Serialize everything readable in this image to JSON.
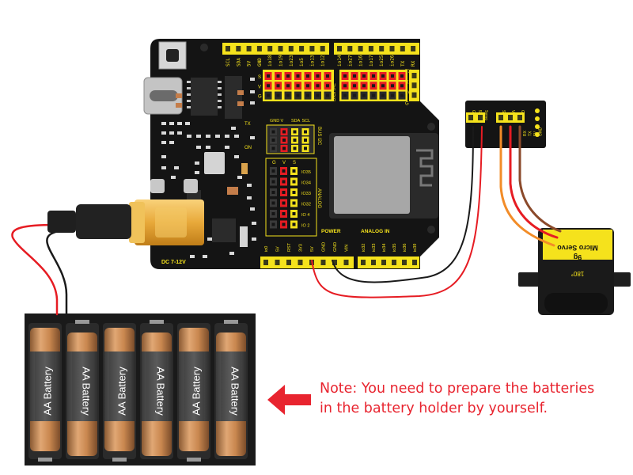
{
  "board": {
    "power_jack_label": "DC 7-12V",
    "top_header_labels": [
      "SCL",
      "SDA",
      "5V",
      "GND",
      "io18",
      "io19",
      "io23",
      "io5",
      "io13",
      "io12",
      "io14",
      "io27",
      "io16",
      "io17",
      "io25",
      "io26",
      "TX",
      "RX"
    ],
    "side_labels_left": [
      "S",
      "V",
      "G"
    ],
    "side_labels_right": [
      "TX",
      "RX",
      "5V",
      "G"
    ],
    "digital_label": "DIGITAL",
    "bus_i2c_label": "BUS I2C",
    "i2c_header_labels": [
      "GND",
      "V",
      "SDA",
      "SCL"
    ],
    "analog_block_label": "ANALOG",
    "analog_header_labels": [
      "G",
      "V",
      "S"
    ],
    "analog_pins": [
      "IO35",
      "IO34",
      "IO33",
      "IO32",
      "IO 4",
      "IO 2"
    ],
    "tx_label": "TX",
    "on_label": "ON",
    "power_label": "POWER",
    "analog_in_label": "ANALOG IN",
    "power_pins": [
      "io0",
      "5V",
      "RST",
      "3V3",
      "5V",
      "GND",
      "GND",
      "VIN"
    ],
    "analog_in_pins": [
      "io32",
      "io33",
      "io34",
      "io35",
      "io36",
      "io39"
    ]
  },
  "adapter": {
    "top_labels": [
      "G",
      "5V",
      "Servo",
      "S",
      "V",
      "G"
    ],
    "side_labels": [
      "RX",
      "TX",
      "5V",
      "GND"
    ]
  },
  "servo": {
    "label_line1": "Micro Servo",
    "label_line2": "9g",
    "angle_label": "180°"
  },
  "battery": {
    "cell_label": "AA Battery",
    "cells": [
      "AA Battery",
      "AA Battery",
      "AA Battery",
      "AA Battery",
      "AA Battery",
      "AA Battery"
    ]
  },
  "note": {
    "line1": "Note: You need to prepare the batteries",
    "line2": "in the battery holder by yourself."
  },
  "colors": {
    "board": "#141414",
    "header": "#f5e21c",
    "note": "#e8242f",
    "wire_red": "#e61c23",
    "wire_black": "#1a1a1a",
    "wire_orange": "#f28c28",
    "wire_brown": "#8b4a2b",
    "battery_copper": "#c9874f"
  }
}
